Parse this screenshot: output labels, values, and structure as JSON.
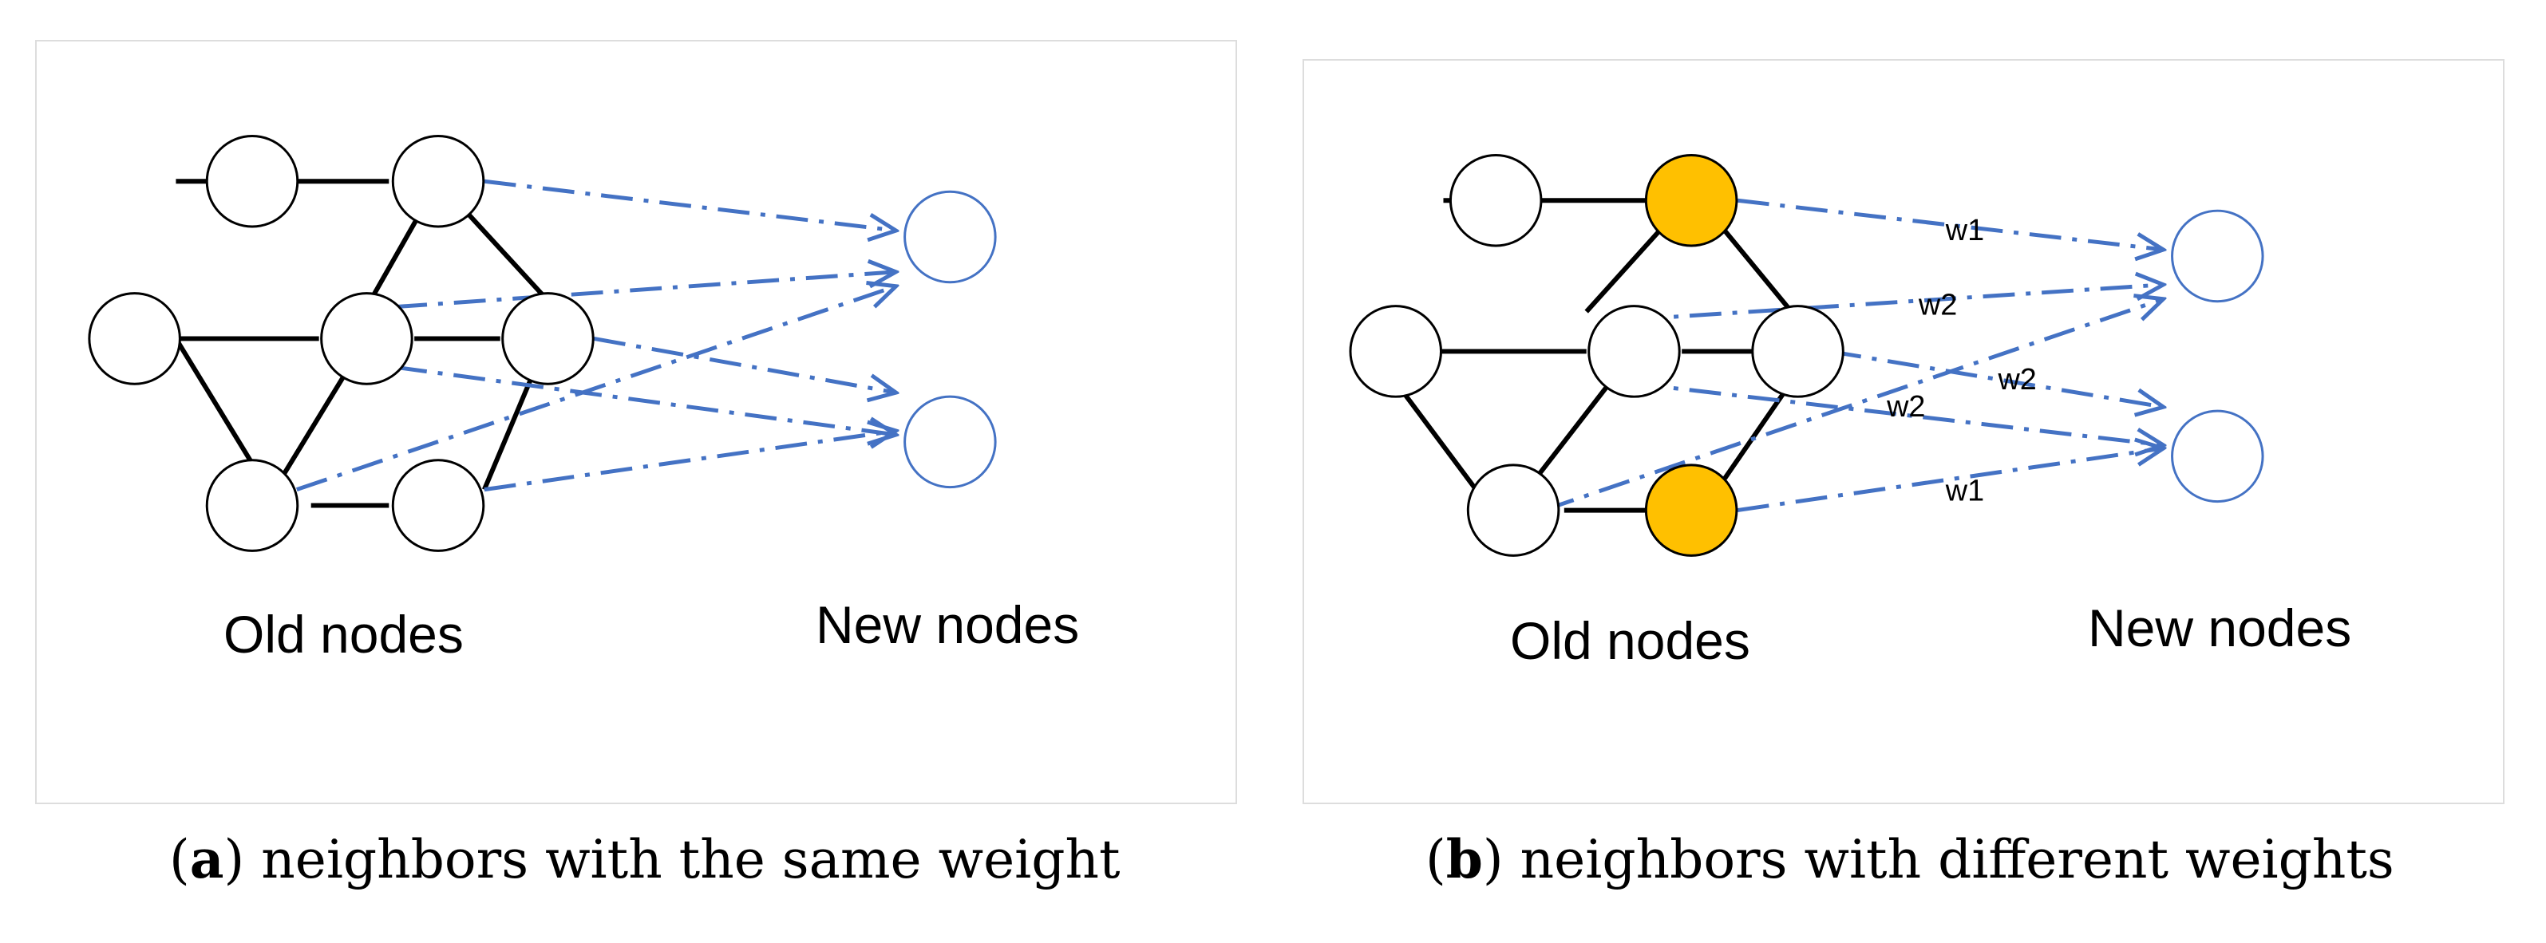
{
  "panel_a": {
    "old_label": "Old nodes",
    "new_label": "New nodes",
    "caption_letter": "a",
    "caption_text": "neighbors with the same weight"
  },
  "panel_b": {
    "old_label": "Old nodes",
    "new_label": "New nodes",
    "caption_letter": "b",
    "caption_text": "neighbors with different weights",
    "weights": [
      "w1",
      "w2",
      "w2",
      "w2",
      "w1"
    ]
  },
  "colors": {
    "edge": "#000000",
    "arrow": "#4472c4",
    "highlight": "#ffc000",
    "node_fill": "#ffffff"
  }
}
